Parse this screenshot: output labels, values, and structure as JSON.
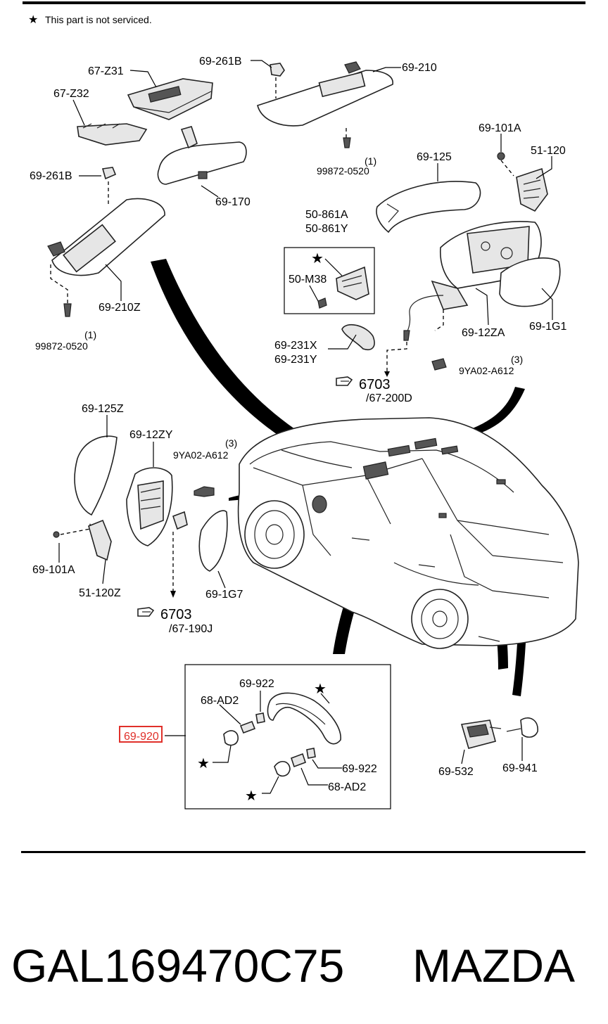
{
  "note": {
    "star": "★",
    "text": "This part is not serviced."
  },
  "labels": {
    "p67_z31": "67-Z31",
    "p67_z32": "67-Z32",
    "p69_261b_top": "69-261B",
    "p69_210": "69-210",
    "p69_101a_top": "69-101A",
    "p51_120": "51-120",
    "p69_261b_left": "69-261B",
    "p69_170": "69-170",
    "p99872_top_qty": "(1)",
    "p99872_top": "99872-0520",
    "p69_125": "69-125",
    "p50_861a": "50-861A",
    "p50_861y": "50-861Y",
    "p50_m38": "50-M38",
    "p69_210z": "69-210Z",
    "p99872_left_qty": "(1)",
    "p99872_left": "99872-0520",
    "p69_231x": "69-231X",
    "p69_231y": "69-231Y",
    "p69_12za": "69-12ZA",
    "p69_1g1": "69-1G1",
    "p9ya02_right_qty": "(3)",
    "p9ya02_right": "9YA02-A612",
    "ref1_num": "6703",
    "ref1_sub": "/67-200D",
    "p69_125z": "69-125Z",
    "p69_12zy": "69-12ZY",
    "p9ya02_left_qty": "(3)",
    "p9ya02_left": "9YA02-A612",
    "p69_101a_left": "69-101A",
    "p51_120z": "51-120Z",
    "p69_1g7": "69-1G7",
    "ref2_num": "6703",
    "ref2_sub": "/67-190J",
    "p69_922_top": "69-922",
    "p68_ad2_top": "68-AD2",
    "p69_920": "69-920",
    "p69_922_bot": "69-922",
    "p68_ad2_bot": "68-AD2",
    "p69_532": "69-532",
    "p69_941": "69-941"
  },
  "stars": [
    "★",
    "★",
    "★",
    "★"
  ],
  "footer": {
    "part_number": "GAL169470C75",
    "brand": "MAZDA"
  },
  "highlight_color": "#e0302a"
}
